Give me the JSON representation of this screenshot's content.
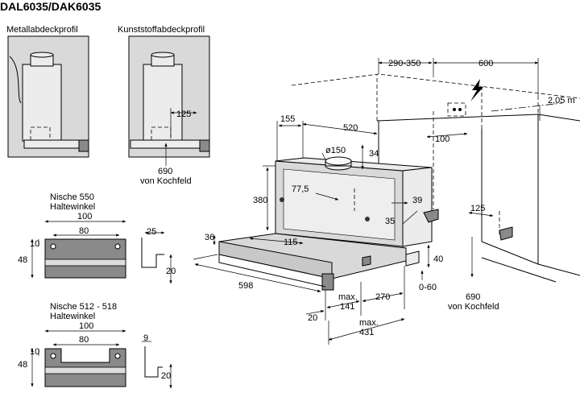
{
  "title": "DAL6035/DAK6035",
  "profiles": {
    "metal": "Metallabdeckprofil",
    "plastic": "Kunststoffabdeckprofil",
    "dim_125": "125",
    "dim_690": "690",
    "von_kochfeld": "von Kochfeld"
  },
  "bracket_550": {
    "title_line1": "Nische 550",
    "title_line2": "Haltewinkel",
    "w100": "100",
    "w80": "80",
    "h10": "10",
    "h48": "48",
    "d25": "25",
    "h20": "20"
  },
  "bracket_512": {
    "title_line1": "Nische 512 - 518",
    "title_line2": "Haltewinkel",
    "w100": "100",
    "w80": "80",
    "h10": "10",
    "h48": "48",
    "d9": "9",
    "h20": "20"
  },
  "main": {
    "d290_350": "290-350",
    "d600": "600",
    "d2_05": "2,05 m",
    "d155": "155",
    "d520": "520",
    "d100": "100",
    "d150": "ø150",
    "d34": "34",
    "d380": "380",
    "d77_5": "77,5",
    "d39": "39",
    "d35": "35",
    "d125": "125",
    "d36": "36",
    "d115": "115",
    "d40": "40",
    "d598": "598",
    "max_label": "max.",
    "d141": "141",
    "d270": "270",
    "d0_60": "0-60",
    "d690": "690",
    "von_kochfeld": "von Kochfeld",
    "d20": "20",
    "d431": "431"
  }
}
